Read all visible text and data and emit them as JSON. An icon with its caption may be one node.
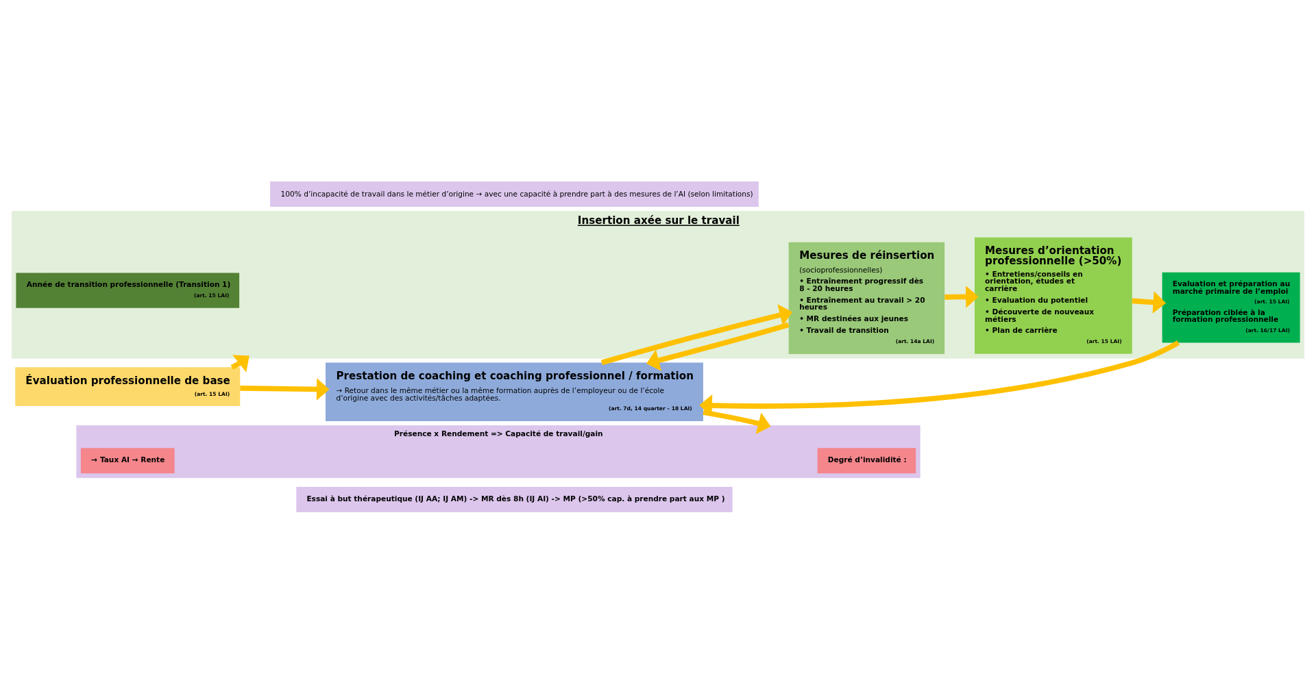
{
  "diagram": {
    "nodes": [
      {
        "text": [
          "Essai à but thérapeutique (IJ AA; IJ AM) -> MR dès 8h (IJ AI) -> MP (>50% cap. à prendre part aux MP )"
        ]
      },
      {
        "text": [
          "Évaluation professionnelle de base",
          "(art. 15 LAI)"
        ]
      },
      {
        "text": [
          "Prestation de coaching et coaching professionnel / formation",
          "→ Retour dans le même métier ou la même formation auprès de l’employeur ou de l’école d’origine avec des activités/tâches adaptées.",
          "(art. 7d, 14 quarter – 18 LAI)"
        ]
      },
      {
        "text": [
          "Insertion axée sur le travail"
        ]
      },
      {
        "text": [
          "Mesures de réinsertion",
          "(socioprofessionnelles)",
          "• Entraînement progressif dès 8 - 20 heures",
          "• Entraînement au travail > 20 heures",
          "• MR destinées aux jeunes",
          "• Travail de transition",
          "(art. 14a LAI)"
        ],
        "in": 3
      },
      {
        "text": [
          "Mesures d’orientation professionnelle (>50%)",
          "• Entretiens/conseils en orientation, études et carrière",
          "• Evaluation du potentiel",
          "• Découverte de nouveaux métiers",
          "• Plan de carrière",
          "(art. 15 LAI)"
        ],
        "in": 3
      },
      {
        "text": [
          "Evaluation et préparation au marché primaire de l’emploi",
          "(art. 15 LAI)",
          "Préparation ciblée à la formation professionnelle",
          "(art. 16/17 LAI)"
        ],
        "in": 3
      },
      {
        "text": [
          "Année de transition professionnelle (Transition 1)",
          "(art. 15 LAI)"
        ],
        "in": 3
      },
      {
        "text": [
          "Présence x Rendement => Capacité de travail/gain"
        ]
      },
      {
        "text": [
          "Degré d’invalidité :"
        ],
        "in": 8
      },
      {
        "text": [
          "→ Taux AI → Rente"
        ],
        "in": 8
      },
      {
        "text": [
          "100% d’incapacité de travail dans le métier d’origine → avec une capacité à prendre part à des mesures de l’AI (selon limitations)"
        ]
      }
    ],
    "edges": [
      {
        "from": 1,
        "to": 2,
        "arrow": "to"
      },
      {
        "from": 1,
        "to": 3,
        "arrow": "to"
      },
      {
        "from": 2,
        "to": 8,
        "arrow": "to"
      },
      {
        "from": 2,
        "to": 4,
        "arrow": "to"
      },
      {
        "from": 4,
        "to": 2,
        "arrow": "to"
      },
      {
        "from": 4,
        "to": 5,
        "arrow": "to"
      },
      {
        "from": 5,
        "to": 6,
        "arrow": "to"
      },
      {
        "from": 6,
        "to": 2,
        "arrow": "to"
      }
    ]
  }
}
